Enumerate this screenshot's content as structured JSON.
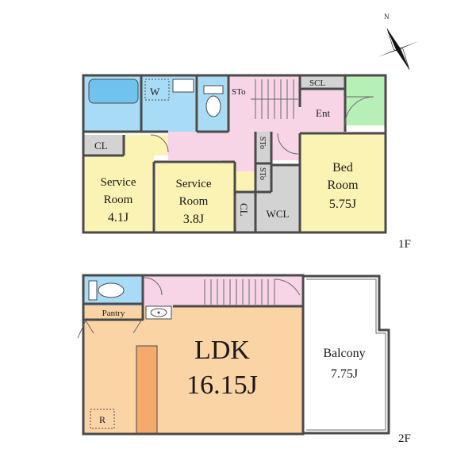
{
  "compass": {
    "north_letter": "N",
    "icon": "compass-rose-icon"
  },
  "colors": {
    "yellow_room": "#fbf3b4",
    "pink_hall": "#f7d4e6",
    "blue_wet": "#a8dcf6",
    "ldk": "#fbd4a6",
    "counter": "#f5a96a",
    "storage": "#d3d3d3",
    "garden": "#b7f0b7",
    "walls": "#4a4a4a"
  },
  "floor1": {
    "floor_label": "1F",
    "rooms": {
      "bath_w": "W",
      "stairs_storage": "STo",
      "scl": "SCL",
      "entrance": "Ent",
      "closet_left": "CL",
      "service_room_a": {
        "name_line1": "Service",
        "name_line2": "Room",
        "size": "4.1J"
      },
      "service_room_b": {
        "name_line1": "Service",
        "name_line2": "Room",
        "size": "3.8J"
      },
      "sto_a": "STo",
      "sto_b": "STo",
      "closet_mid": "CL",
      "wcl": "WCL",
      "bed_room": {
        "name_line1": "Bed",
        "name_line2": "Room",
        "size": "5.75J"
      }
    }
  },
  "floor2": {
    "floor_label": "2F",
    "rooms": {
      "pantry": "Pantry",
      "ldk": {
        "name": "LDK",
        "size": "16.15J"
      },
      "balcony": {
        "name": "Balcony",
        "size": "7.75J"
      },
      "refrigerator": "R"
    }
  }
}
